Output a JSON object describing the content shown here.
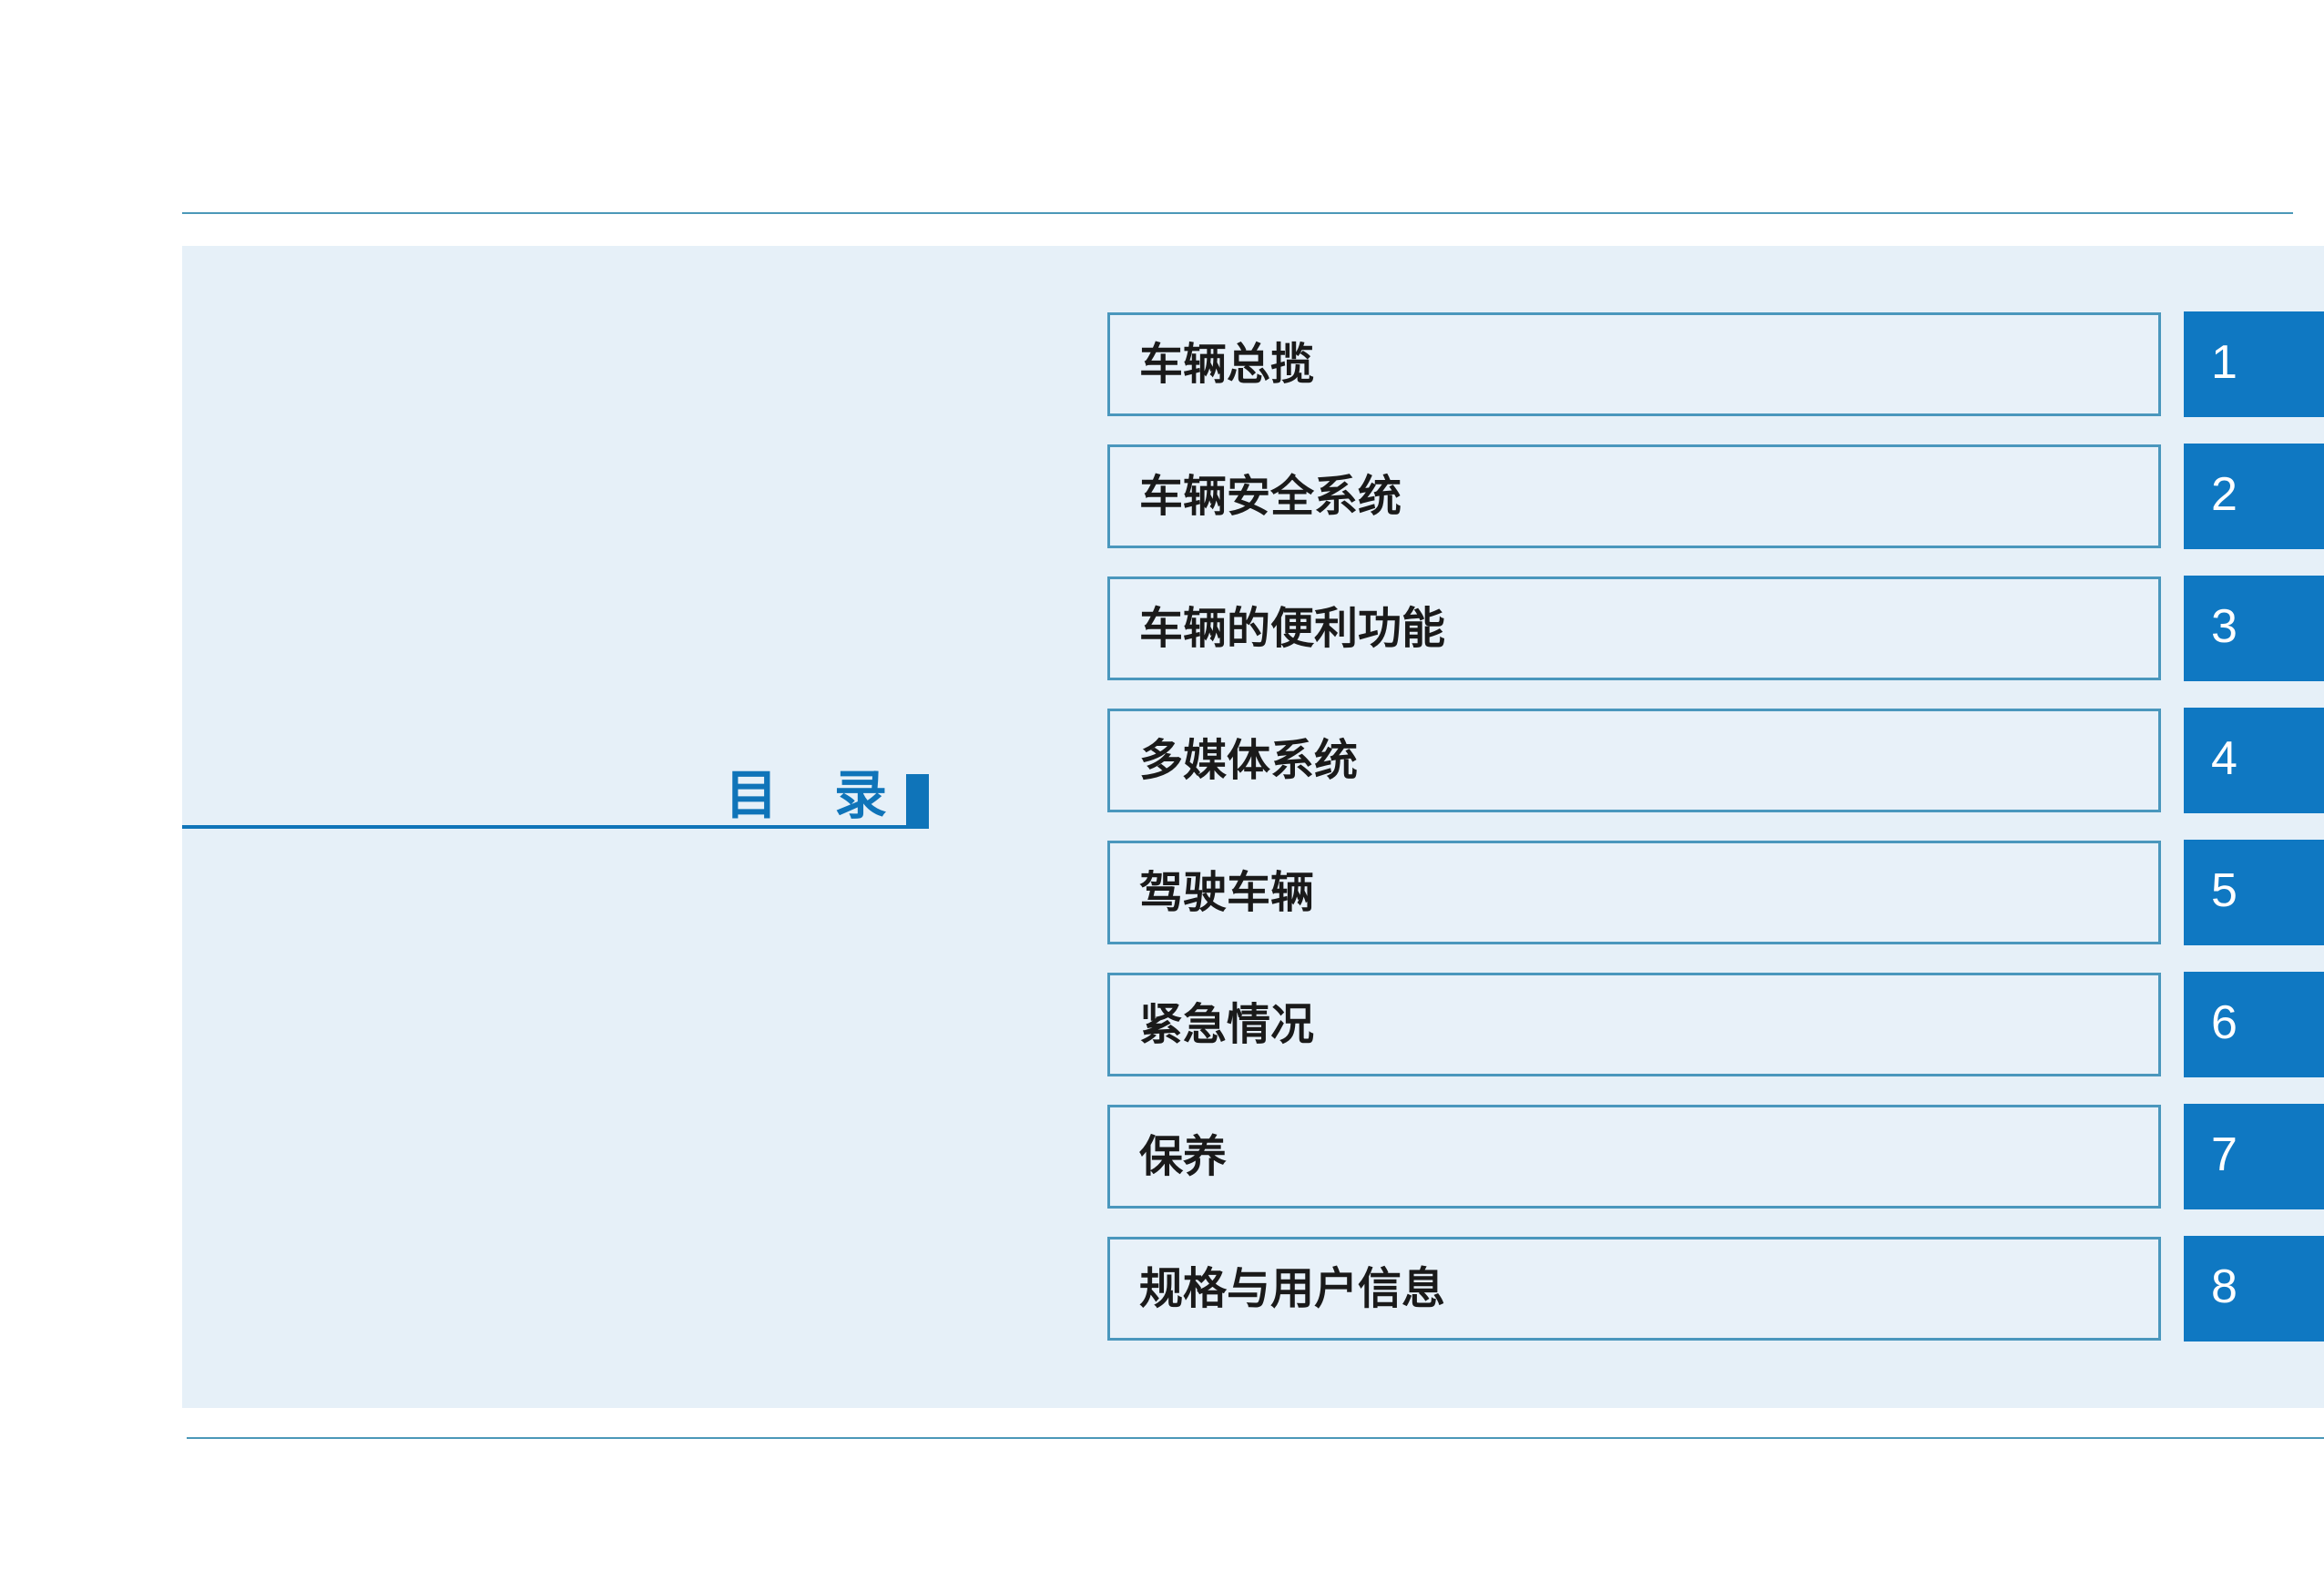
{
  "title": {
    "char1": "目",
    "char2": "录"
  },
  "chapters": [
    {
      "label": "车辆总揽",
      "number": "1"
    },
    {
      "label": "车辆安全系统",
      "number": "2"
    },
    {
      "label": "车辆的便利功能",
      "number": "3"
    },
    {
      "label": "多媒体系统",
      "number": "4"
    },
    {
      "label": "驾驶车辆",
      "number": "5"
    },
    {
      "label": "紧急情况",
      "number": "6"
    },
    {
      "label": "保养",
      "number": "7"
    },
    {
      "label": "规格与用户信息",
      "number": "8"
    }
  ],
  "colors": {
    "accent": "#0f74b9",
    "panel": "#e6f0f8",
    "rule": "#4b98b8"
  }
}
